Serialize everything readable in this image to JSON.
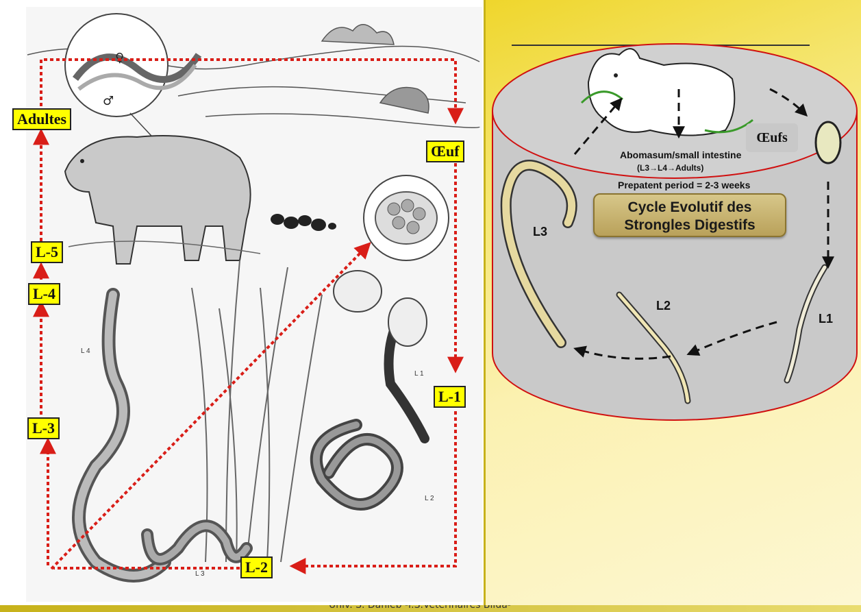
{
  "left_panel": {
    "labels": {
      "adultes": "Adultes",
      "oeuf": "Œuf",
      "l5": "L-5",
      "l4": "L-4",
      "l3": "L-3",
      "l2": "L-2",
      "l1": "L-1"
    },
    "drawing_marks": {
      "female_symbol": "♀",
      "male_symbol": "♂",
      "larva_l1": "L 1",
      "larva_l2": "L 2",
      "larva_l3": "L 3",
      "larva_l4": "L 4"
    },
    "colors": {
      "arrow": "#d91e18",
      "label_bg": "#ffff00"
    }
  },
  "right_panel": {
    "oeufs_label": "Œufs",
    "host_location": "Abomasum/small intestine",
    "host_sequence": "(L3→L4→Adults)",
    "prepatent": "Prepatent period = 2-3 weeks",
    "title_line1": "Cycle Evolutif des",
    "title_line2": "Strongles Digestifs",
    "larva_labels": {
      "l3": "L3",
      "l2": "L2",
      "l1": "L1"
    },
    "colors": {
      "cylinder_fill": "#c9c9c9",
      "cylinder_outline": "#d01010",
      "title_box": "#c8b46e"
    }
  },
  "footer": {
    "text": "Univ. S. Dahleb -I.S.Vétérinaires Blida-"
  }
}
